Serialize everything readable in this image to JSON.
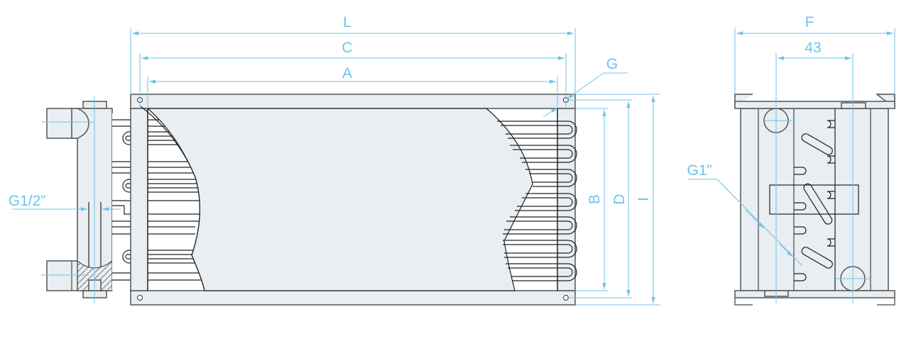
{
  "front_view": {
    "dimensions": {
      "L": "L",
      "C": "C",
      "A": "A",
      "G": "G",
      "B": "B",
      "D": "D",
      "I": "I",
      "inlet_thread": "G1/2”"
    }
  },
  "side_view": {
    "dimensions": {
      "F": "F",
      "spacing": "43",
      "outlet_thread": "G1”"
    }
  },
  "colors": {
    "dimension": "#6ec3ea",
    "body": "#e8eef2",
    "outline": "#555555"
  }
}
